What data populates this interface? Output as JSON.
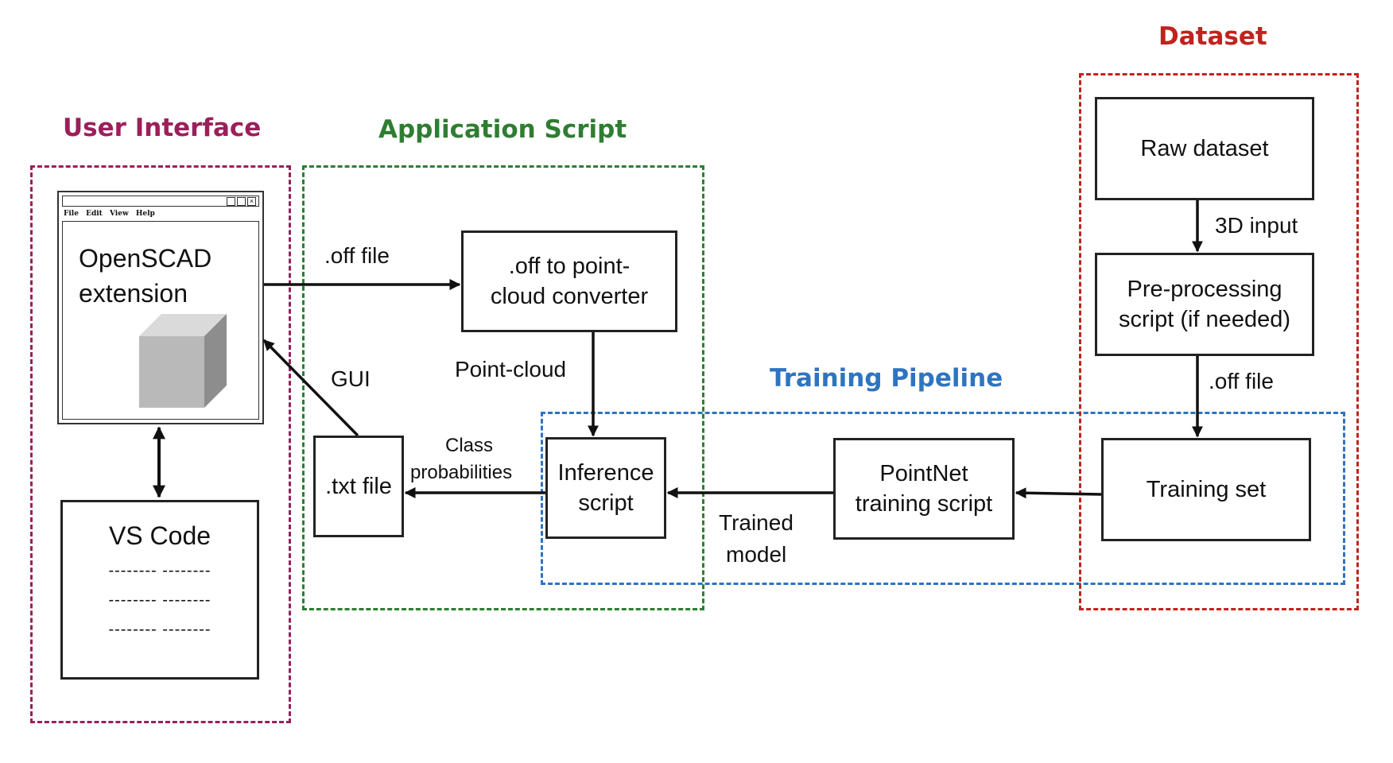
{
  "groups": {
    "user_interface": {
      "title": "User Interface",
      "color": "#9b1f5a"
    },
    "application_script": {
      "title": "Application Script",
      "color": "#2f7d32"
    },
    "training_pipeline": {
      "title": "Training Pipeline",
      "color": "#2e74c0"
    },
    "dataset": {
      "title": "Dataset",
      "color": "#c0231f"
    }
  },
  "window": {
    "menu": [
      "File",
      "Edit",
      "View",
      "Help"
    ],
    "line1": "OpenSCAD",
    "line2": "extension",
    "icon": "cube-icon"
  },
  "vscode": {
    "title": "VS Code",
    "lines": [
      "-------- --------",
      "-------- --------",
      "-------- --------"
    ]
  },
  "nodes": {
    "converter": {
      "line1": ".off to point-",
      "line2": "cloud converter"
    },
    "txt_file": {
      "label": ".txt file"
    },
    "inference": {
      "line1": "Inference",
      "line2": "script"
    },
    "pointnet": {
      "line1": "PointNet",
      "line2": "training script"
    },
    "training_set": {
      "label": "Training set"
    },
    "raw_dataset": {
      "label": "Raw dataset"
    },
    "preprocessing": {
      "line1": "Pre-processing",
      "line2": "script (if needed)"
    }
  },
  "edges": {
    "off_file_1": ".off file",
    "gui": "GUI",
    "point_cloud": "Point-cloud",
    "class_prob_1": "Class",
    "class_prob_2": "probabilities",
    "trained_1": "Trained",
    "trained_2": "model",
    "input_3d": "3D input",
    "off_file_2": ".off file"
  }
}
